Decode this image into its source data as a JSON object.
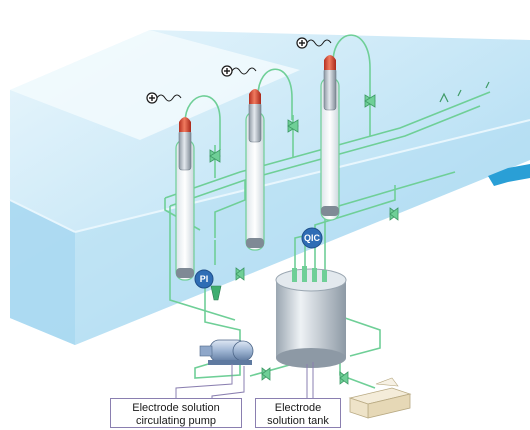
{
  "diagram": {
    "instrument_tags": {
      "pressure_indicator": "PI",
      "quality_indicating_controller": "QIC"
    },
    "callouts": {
      "pump": {
        "line1": "Electrode solution",
        "line2": "circulating pump"
      },
      "tank": {
        "line1": "Electrode",
        "line2": "solution tank"
      }
    },
    "symbols": {
      "cable_terminal": "plus-symbol"
    },
    "colors": {
      "water": "#bfe3f5",
      "water_edge": "#7ec3e8",
      "piping": "#6fcf97",
      "electrode_tip": "#d9452f",
      "electrode_body": "#b9c2cc",
      "tag_fill": "#2f6db5",
      "tank": "#c9d2da",
      "pump": "#8fa7c9",
      "outlet_arrow": "#2a9fd6"
    }
  }
}
